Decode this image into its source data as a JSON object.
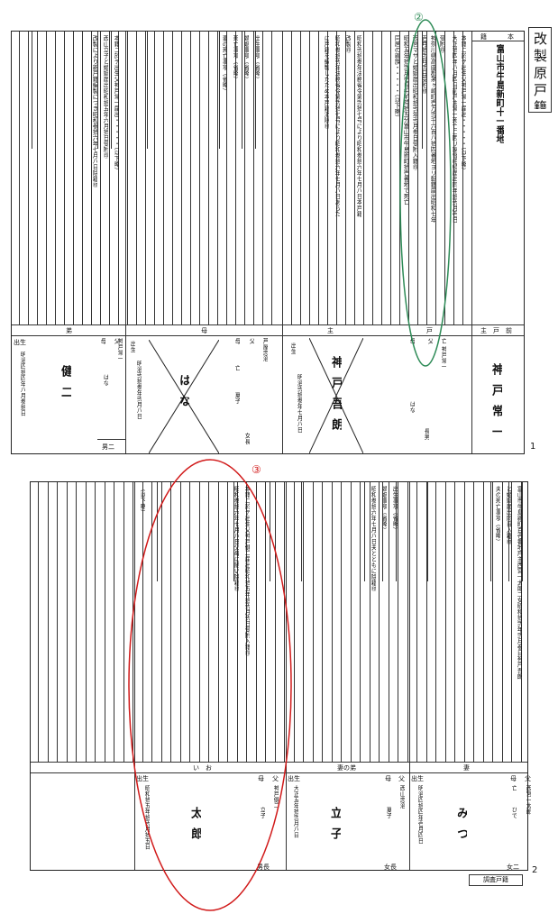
{
  "document": {
    "title": "改製原戸籍",
    "page1_number": "1",
    "page2_number": "2",
    "annotations": {
      "green": "②",
      "red": "③"
    },
    "colors": {
      "green": "#2e8b57",
      "red": "#d11a1a",
      "ink": "#111111"
    }
  },
  "page1": {
    "top_labels": {
      "honseki": "籍",
      "hon": "本"
    },
    "honseki_address": "富山市牛島新町十一番地",
    "head_entries": [
      "本籍ニ於テ出生父神戸常一届出・・・・・（以下略）",
      "大正拾四年八月四日前戸主常一死亡ニ因リ家督相続届出同年拾弐月壱日",
      "受附㊞",
      "神奈川県高座郡茅ヶ崎町壱万弐千六百八拾四番地ヨリ転籍届出昭和七年",
      "壱月拾弐月弐日受附㊞",
      "西宮マサと婚姻届出昭和拾弐年弐月参日受附入籍㊞",
      "昭和五年拾弐月壱日午前時拾五分富山市牛島新町拾壱番地で死亡",
      "同居の親族・・・・・（以下略）",
      "昭和弐拾参年法務省令第弐拾七号により昭和参拾六年七月八日本戸籍",
      "改製㊞",
      "昭和参拾弐年法務省令第弐拾七号により昭和参拾六年七月八日あらた",
      "に戸籍を編製したため本戸籍消除㊞"
    ],
    "son_entries": [
      "出生事項（省略）",
      "婚姻事項（省略）",
      "死亡事項（省略）",
      "妻の死亡事項（省略）"
    ],
    "kenji_entries": [
      "本籍ニ於テ出生父神戸常一届出・・・・・（以下略）",
      "西山立子と婚姻届出昭和拾五年六月拾日受附㊞",
      "改製により新戸籍編製につき昭和参拾六年七月八日除籍㊞"
    ],
    "head_person": {
      "section": "主　戸　前",
      "name": "神戸常一"
    },
    "goro_person": {
      "section": "主",
      "household": "戸",
      "father_label": "父",
      "mother_label": "母",
      "father": "亡 神戸常一",
      "mother": "はな",
      "relation": "長男",
      "birth_label": "出生",
      "birth": "明治弐拾参年七月八日",
      "name": "神戸吾朗",
      "father_rel": "長"
    },
    "mother_person": {
      "section": "母",
      "father_label": "父",
      "mother_label": "母",
      "father": "芦屋忠治",
      "mother_status": "亡",
      "mother": "夏子",
      "relation": "女長",
      "birth_label": "出生",
      "birth": "明治弐拾参年弐月八日",
      "name": "はな"
    },
    "kenji_person": {
      "section": "弟",
      "father_label": "父",
      "mother_label": "母",
      "father": "神戸常一",
      "mother": "はな",
      "relation": "男二",
      "birth_label": "出生",
      "birth": "明治四拾四年八月参拾日",
      "name": "健二"
    }
  },
  "page2": {
    "wife_entries": [
      "富山市牛島新町百壱番地戸主西宮一太郎二女昭和拾弐年弐月参日神戸吾朗",
      "と婚姻届出同日入籍㊞",
      "夫の死亡事項（省略）"
    ],
    "tatsuko_entries": [
      "出生事項（省略）",
      "婚姻事項（省略）",
      "昭和参拾六年七月八日夫とともに除籍㊞"
    ],
    "taro_entries": [
      "本籍ニ於テ出生父神戸健二届出昭和拾五年拾弐月弐日受附入籍㊞",
      "昭和参拾六年七月八日父母に随い除籍㊞"
    ],
    "misc_entries": [
      "（以下略）"
    ],
    "wife_person": {
      "section": "妻",
      "father_label": "父",
      "mother_label": "母",
      "father": "西宮一太郎",
      "mother_status": "亡",
      "mother": "ひで",
      "relation": "女二",
      "birth_label": "出生",
      "birth": "明治四拾四年壱月四日",
      "name": "みつ"
    },
    "tatsuko_person": {
      "section": "妻の弟",
      "father_label": "父",
      "mother_label": "母",
      "father": "西山忠治",
      "mother": "夏子",
      "relation": "女長",
      "birth_label": "出生",
      "birth": "大正五年拾弐月八日",
      "name": "立子"
    },
    "taro_person": {
      "section": "い　お",
      "father_label": "父",
      "mother_label": "母",
      "father": "神戸健二",
      "mother": "立子",
      "relation": "男長",
      "birth_label": "出生",
      "birth": "昭和拾五年拾弐月拾五日",
      "name": "太郎"
    },
    "footer": "調査戸籍"
  }
}
